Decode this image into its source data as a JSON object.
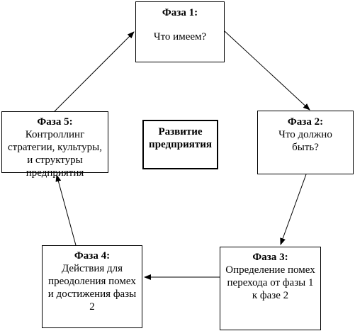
{
  "center": {
    "text": "Развитие предприятия"
  },
  "phases": [
    {
      "title": "Фаза 1:",
      "body": "Что имеем?"
    },
    {
      "title": "Фаза 2:",
      "body": "Что должно быть?"
    },
    {
      "title": "Фаза 3:",
      "body": "Определение помех перехода от фазы 1 к фазе 2"
    },
    {
      "title": "Фаза 4:",
      "body": "Действия для преодоления помех и достижения фазы 2"
    },
    {
      "title": "Фаза 5:",
      "body": "Контроллинг стратегии, культуры, и структуры предприятия"
    }
  ],
  "colors": {
    "line": "#000000",
    "background": "#ffffff"
  }
}
